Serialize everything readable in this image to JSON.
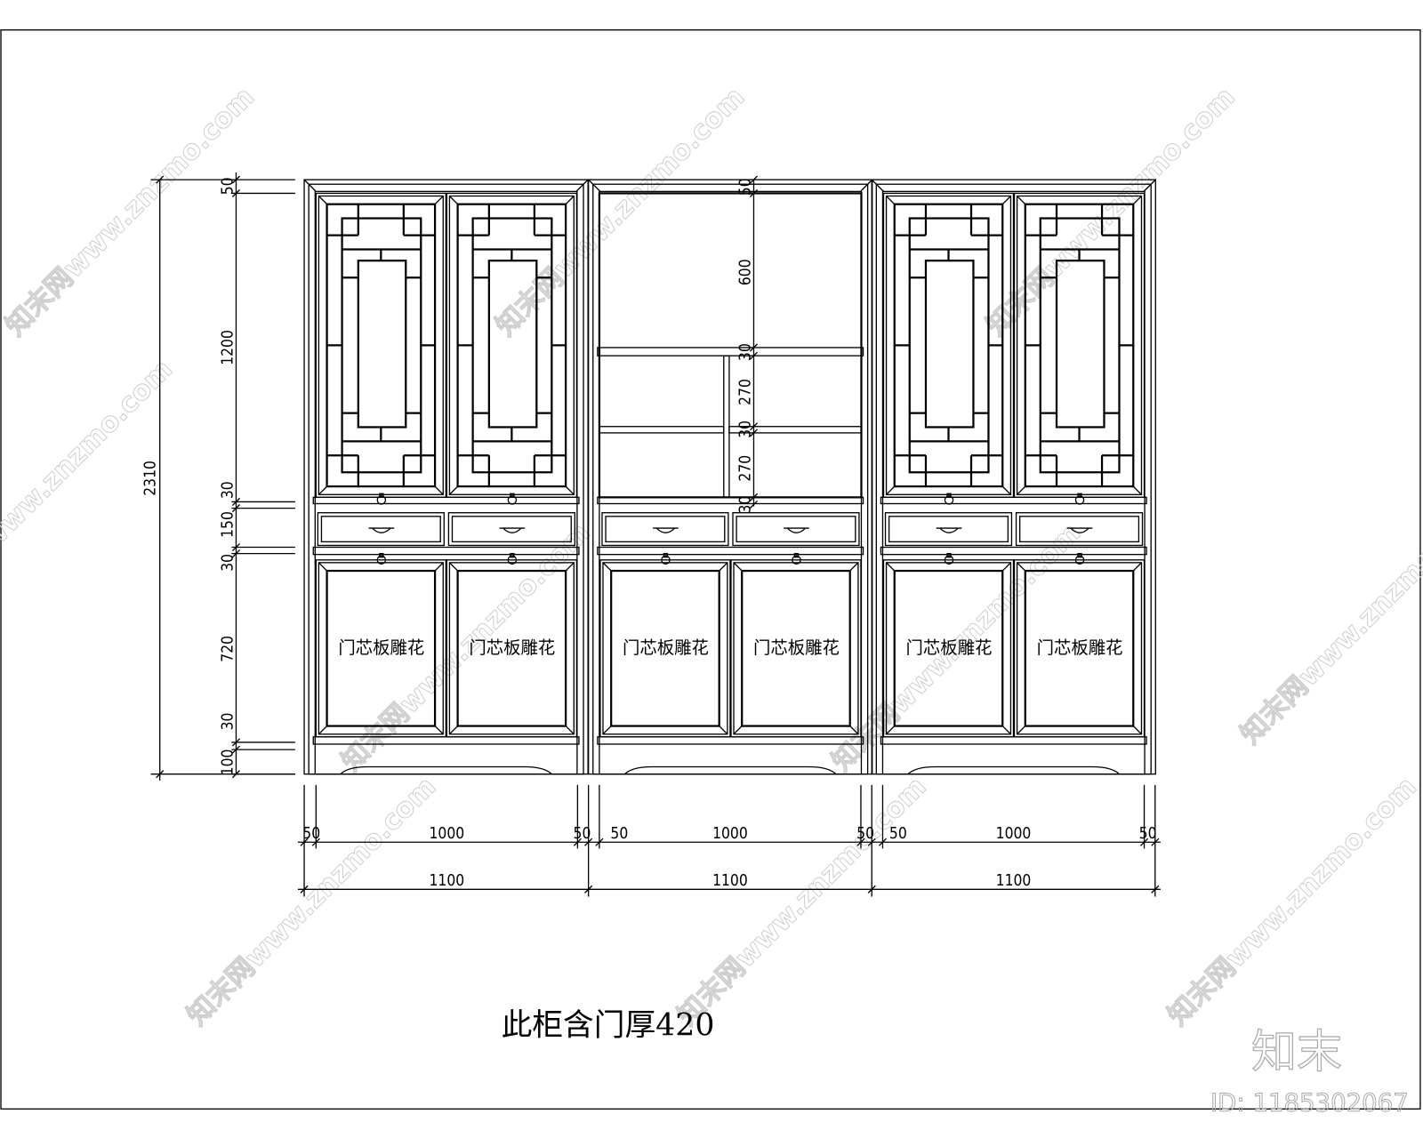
{
  "drawing": {
    "title": "此柜含门厚420",
    "panel_label": "门芯板雕花",
    "units": 3,
    "left_dimensions": {
      "total": "2310",
      "segments": [
        "50",
        "1200",
        "30",
        "150",
        "30",
        "720",
        "30",
        "100"
      ]
    },
    "center_dimensions": [
      "50",
      "600",
      "30",
      "270",
      "30",
      "270",
      "30"
    ],
    "bottom_dimensions": {
      "row1": [
        "50",
        "1000",
        "50",
        "50",
        "1000",
        "50",
        "50",
        "1000",
        "50"
      ],
      "row2": [
        "1100",
        "1100",
        "1100"
      ]
    }
  },
  "watermark": {
    "text": "知末网www.znzmo.com",
    "logo": "知末",
    "id_text": "ID: 1185302067"
  }
}
